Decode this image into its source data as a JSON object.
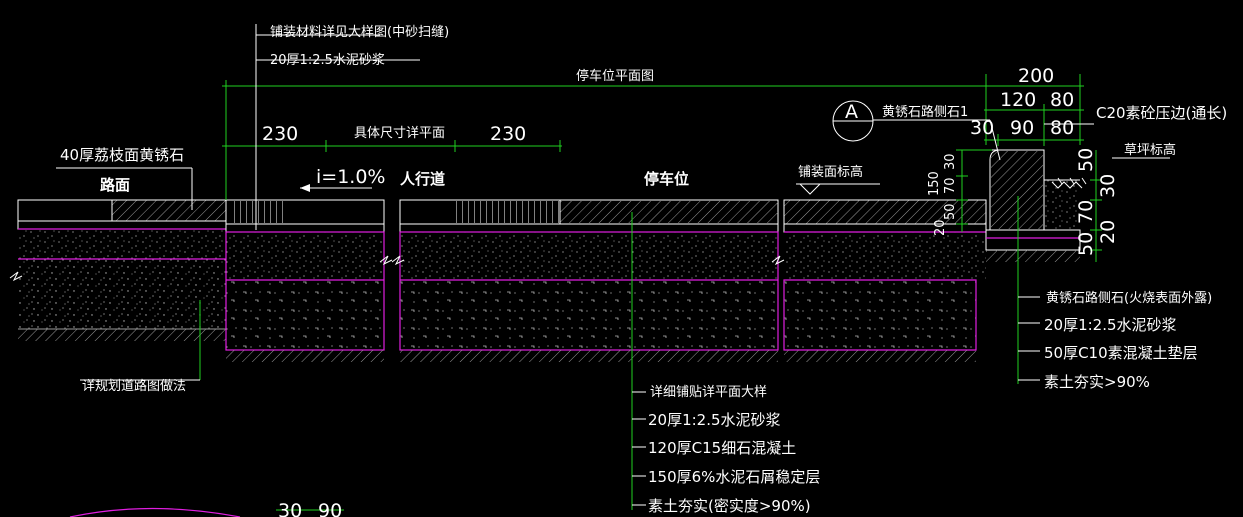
{
  "top_notes": {
    "note1": "铺装材料详见大样图(中砂扫缝)",
    "note2": "20厚1:2.5水泥砂浆"
  },
  "dims": {
    "overall_label": "停车位平面图",
    "left_230": "230",
    "right_230": "230",
    "mid_label": "具体尺寸详平面",
    "d200": "200",
    "d120": "120",
    "d80a": "80",
    "d30": "30",
    "d90": "90",
    "d80b": "80",
    "v150": "150",
    "v70": "70",
    "v30": "30",
    "v50a": "50",
    "v20": "20",
    "r50": "50",
    "r30": "30",
    "r70": "70",
    "r50b": "50",
    "r20": "20",
    "bottom_30": "30",
    "bottom_90": "90"
  },
  "labels": {
    "stone_40": "40厚荔枝面黄锈石",
    "road": "路面",
    "slope": "i=1.0%",
    "sidewalk": "人行道",
    "parking": "停车位",
    "paving_elev": "铺装面标高",
    "curb_stone1": "黄锈石路侧石1",
    "section_tag": "A",
    "c20_edge": "C20素砼压边(通长)",
    "lawn_elev": "草坪标高",
    "road_ref": "详规划道路图做法"
  },
  "right_layers": [
    "黄锈石路侧石(火烧表面外露)",
    "20厚1:2.5水泥砂浆",
    "50厚C10素混凝土垫层",
    "素土夯实>90%"
  ],
  "center_layers": [
    "详细铺贴详平面大样",
    "20厚1:2.5水泥砂浆",
    "120厚C15细石混凝土",
    "150厚6%水泥石屑稳定层",
    "素土夯实(密实度>90%)"
  ],
  "colors": {
    "background": "#000000",
    "dimension": "#1fd01f",
    "outline": "#ffffff",
    "layer": "#e01ee0"
  }
}
